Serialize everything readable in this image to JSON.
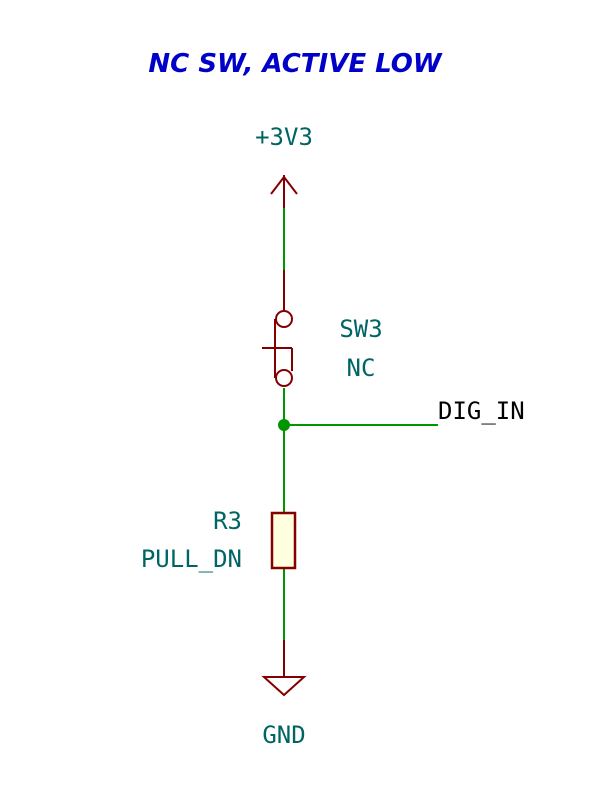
{
  "title": "NC SW, ACTIVE LOW",
  "power": {
    "label": "+3V3"
  },
  "switch": {
    "reference": "SW3",
    "value": "NC"
  },
  "net": {
    "label": "DIG_IN"
  },
  "resistor": {
    "reference": "R3",
    "value": "PULL_DN"
  },
  "ground": {
    "label": "GND"
  },
  "colors": {
    "title": "#0000c8",
    "label": "#006464",
    "wire": "#009600",
    "component": "#840000",
    "junction": "#009600"
  }
}
